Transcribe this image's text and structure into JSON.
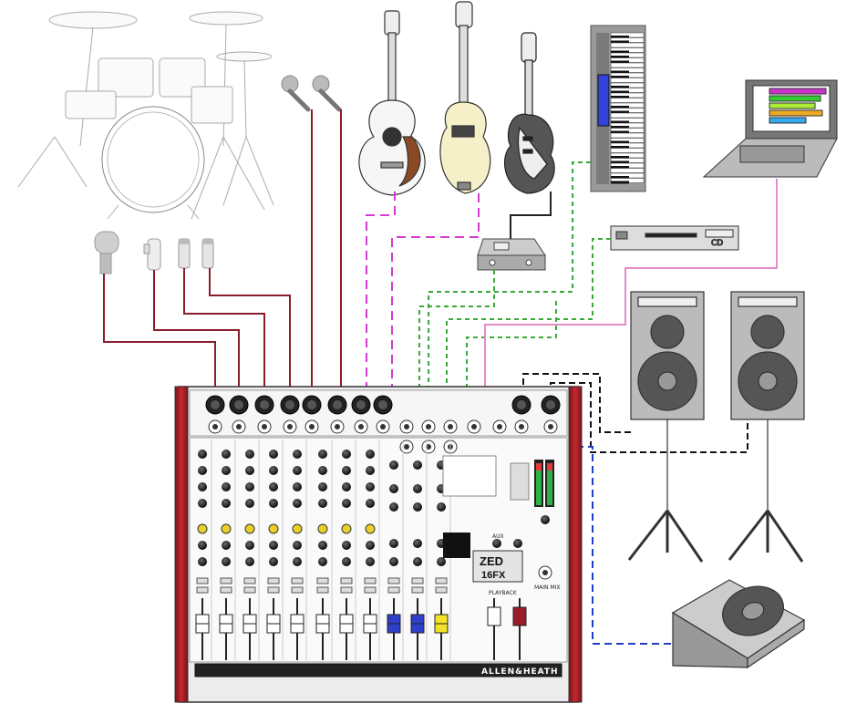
{
  "devices": {
    "cd_player": {
      "label": "CD"
    },
    "mixer": {
      "brand": "ALLEN&HEATH",
      "logo_line1": "ZED",
      "logo_line2": "16FX",
      "section_playback": "PLAYBACK",
      "section_main_mix": "MAIN MIX",
      "section_aux": "AUX"
    }
  },
  "colors": {
    "mic_cable": "#8b1c2c",
    "instrument_cable": "#d23cd2",
    "line_cable": "#3aa93a",
    "computer_cable": "#e58bc8",
    "speaker_cable": "#111111",
    "monitor_cable": "#1f3fc8",
    "mixer_side": "#b5232b"
  },
  "icons": [
    "drum-kit-icon",
    "microphone-icon",
    "acoustic-guitar-icon",
    "bass-guitar-icon",
    "electric-guitar-icon",
    "keyboard-icon",
    "laptop-icon",
    "cd-player-icon",
    "di-box-icon",
    "speaker-icon",
    "stage-monitor-icon",
    "mixer-icon"
  ]
}
